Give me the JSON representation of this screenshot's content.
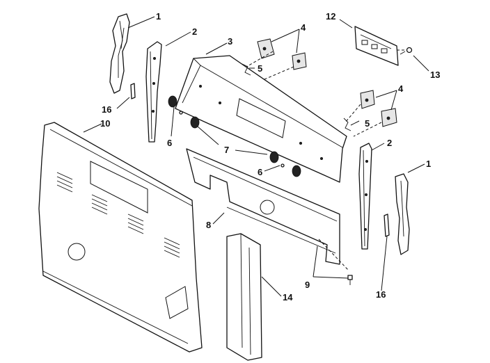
{
  "callouts": [
    {
      "id": "c1a",
      "label": "1"
    },
    {
      "id": "c2a",
      "label": "2"
    },
    {
      "id": "c3",
      "label": "3"
    },
    {
      "id": "c4a",
      "label": "4"
    },
    {
      "id": "c5a",
      "label": "5"
    },
    {
      "id": "c12",
      "label": "12"
    },
    {
      "id": "c13",
      "label": "13"
    },
    {
      "id": "c16a",
      "label": "16"
    },
    {
      "id": "c10",
      "label": "10"
    },
    {
      "id": "c6a",
      "label": "6"
    },
    {
      "id": "c7",
      "label": "7"
    },
    {
      "id": "c4b",
      "label": "4"
    },
    {
      "id": "c5b",
      "label": "5"
    },
    {
      "id": "c2b",
      "label": "2"
    },
    {
      "id": "c6b",
      "label": "6"
    },
    {
      "id": "c1b",
      "label": "1"
    },
    {
      "id": "c8",
      "label": "8"
    },
    {
      "id": "c16b",
      "label": "16"
    },
    {
      "id": "c9",
      "label": "9"
    },
    {
      "id": "c14",
      "label": "14"
    }
  ]
}
